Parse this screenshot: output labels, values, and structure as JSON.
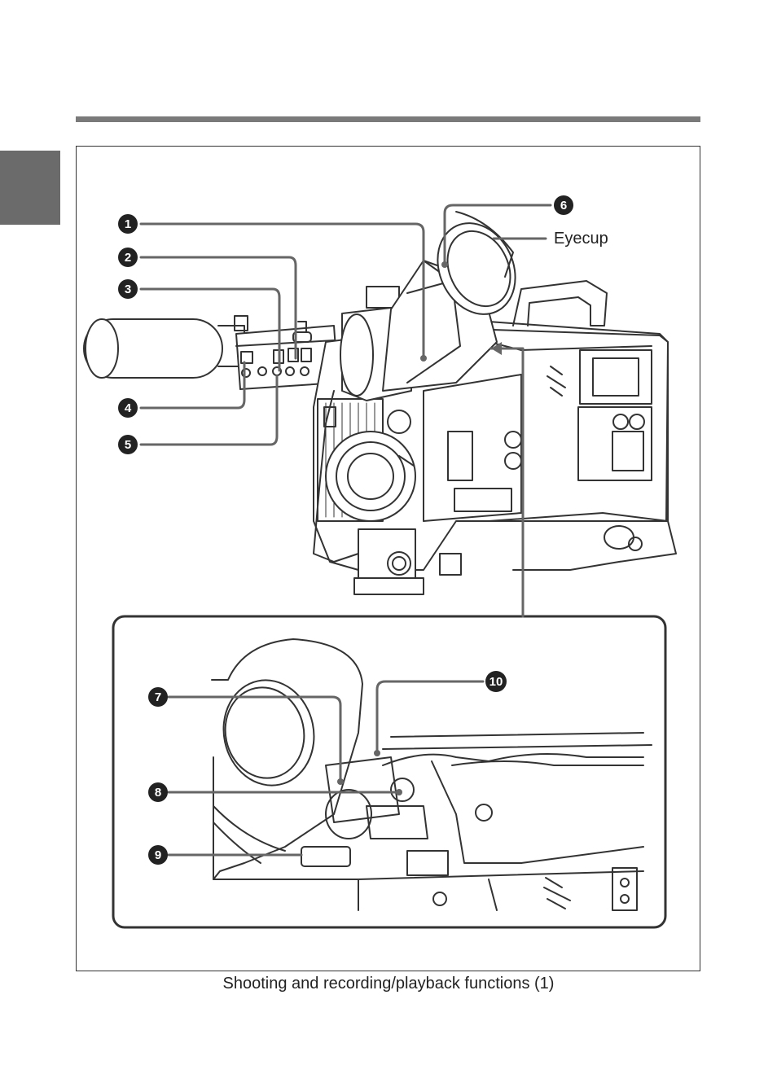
{
  "figure": {
    "caption": "Shooting and recording/playback functions (1)",
    "eyecup_label": "Eyecup"
  },
  "callouts": [
    "1",
    "2",
    "3",
    "4",
    "5",
    "6",
    "7",
    "8",
    "9",
    "10"
  ]
}
